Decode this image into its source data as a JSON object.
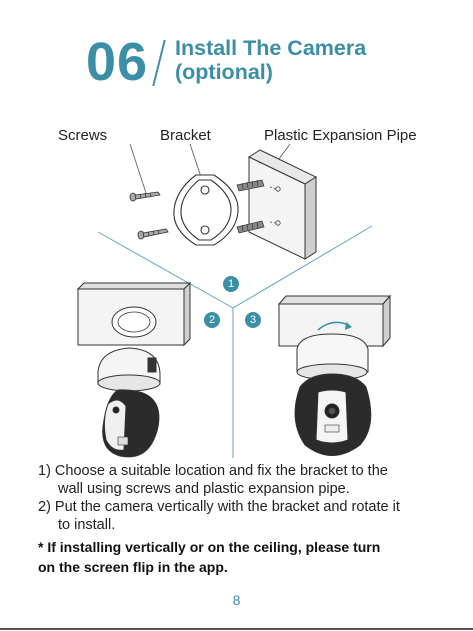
{
  "header": {
    "step_number": "06",
    "title_line1": "Install The Camera",
    "title_line2": "(optional)"
  },
  "labels": {
    "screws": "Screws",
    "bracket": "Bracket",
    "expansion_pipe": "Plastic Expansion Pipe"
  },
  "steps": [
    "1",
    "2",
    "3"
  ],
  "instructions": {
    "item1_line1": "1) Choose a suitable location and fix the bracket to the",
    "item1_line2": "wall using screws and plastic expansion pipe.",
    "item2_line1": "2) Put the camera vertically with the bracket and rotate it",
    "item2_line2": "to install."
  },
  "note": {
    "line1": "* If installing vertically or on the ceiling, please turn",
    "line2": "on the screen flip in the app."
  },
  "page_number": "8",
  "colors": {
    "accent": "#3a8fa6",
    "text": "#222222"
  }
}
